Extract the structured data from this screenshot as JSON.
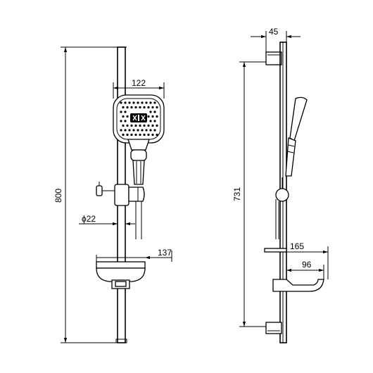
{
  "dimensions": {
    "front_total_height": "800",
    "head_width": "122",
    "rail_diameter": "ϕ22",
    "soap_dish_width": "137",
    "side_offset": "45",
    "side_height": "731",
    "side_projection": "165",
    "side_dish_depth": "96"
  },
  "colors": {
    "line": "#000000",
    "background": "#ffffff"
  }
}
